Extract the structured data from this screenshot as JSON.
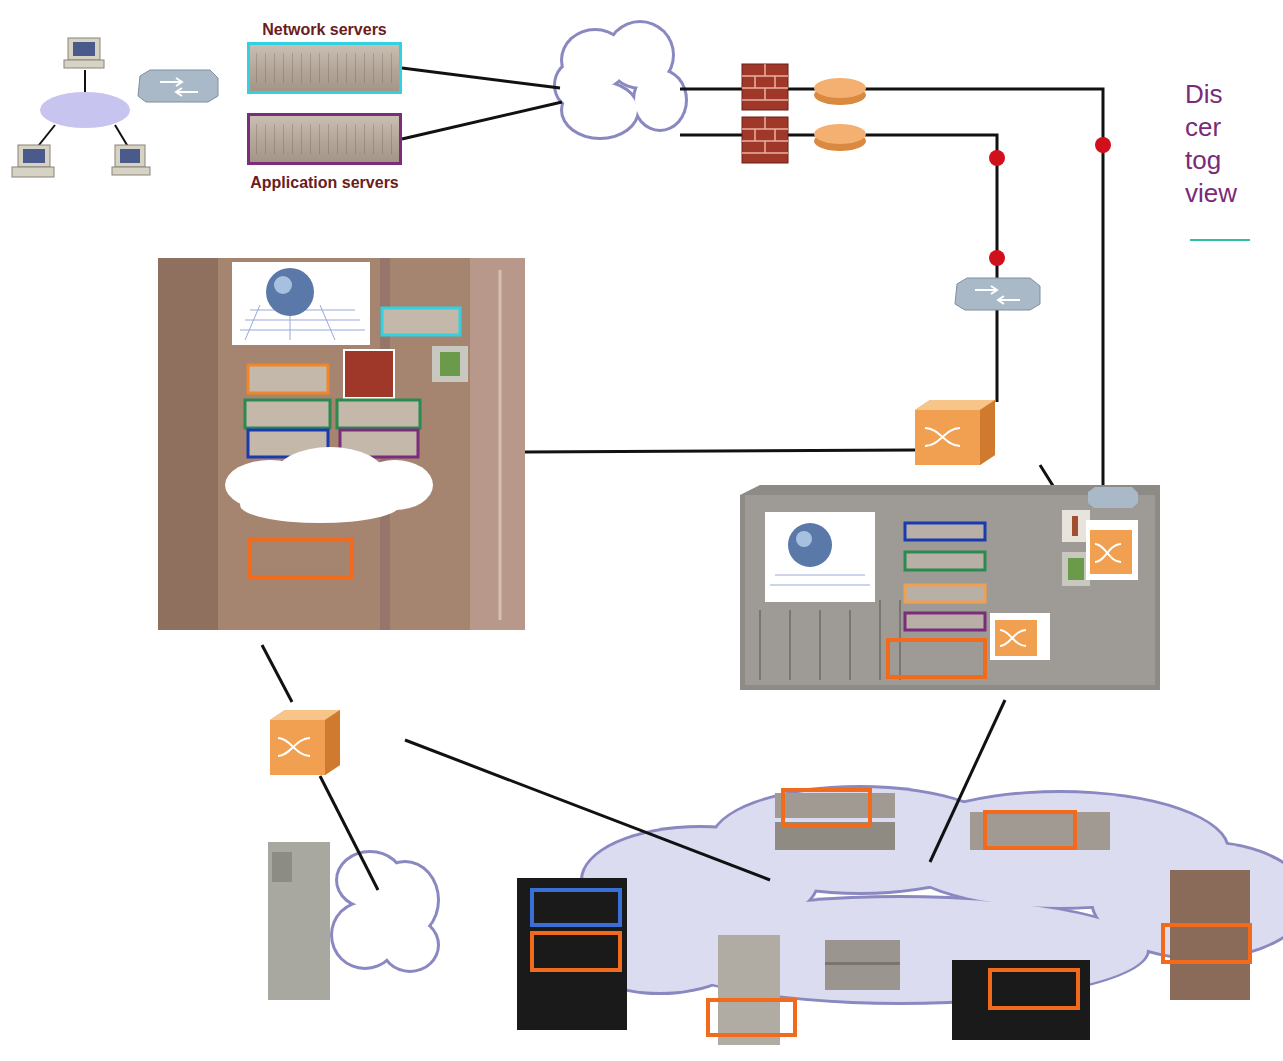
{
  "diagram": {
    "nodes": [
      {
        "text": [
          "Network servers"
        ]
      },
      {
        "text": [
          "Application servers"
        ]
      }
    ],
    "labels": [
      "Dis cer tog view"
    ]
  }
}
